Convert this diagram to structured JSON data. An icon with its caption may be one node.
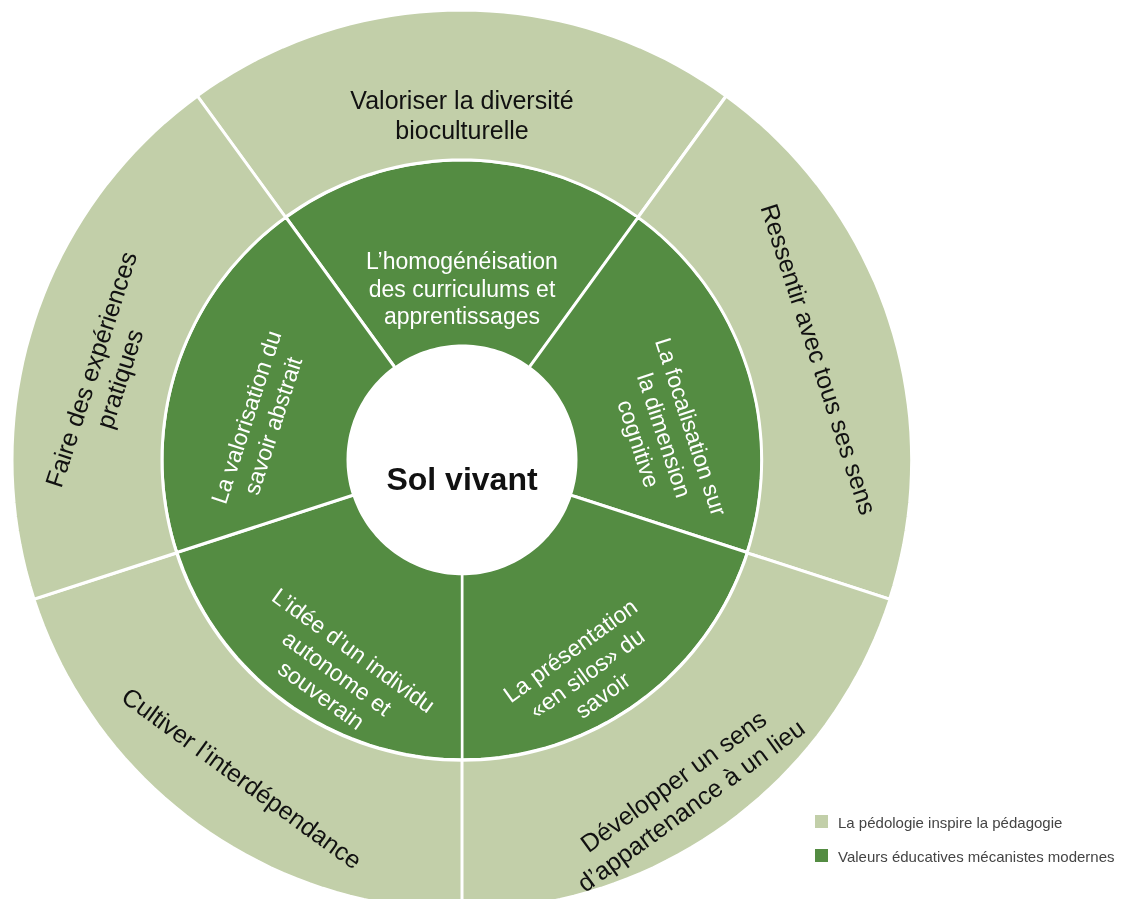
{
  "diagram": {
    "nodes": [
      {
        "text": [
          "Sol vivant"
        ]
      },
      {
        "text": [
          "L’homogénéisation des curriculums et apprentissages"
        ]
      },
      {
        "text": [
          "La focalisation sur la dimension cognitive"
        ]
      },
      {
        "text": [
          "La présentation «en silos» du savoir"
        ]
      },
      {
        "text": [
          "L’idée d’un individu autonome et souverain"
        ]
      },
      {
        "text": [
          "La valorisation du savoir abstrait"
        ]
      },
      {
        "text": [
          "Valoriser la diversité bioculturelle"
        ]
      },
      {
        "text": [
          "Ressentir avec tous ses sens"
        ]
      },
      {
        "text": [
          "Développer un sens d’appartenance à un lieu"
        ]
      },
      {
        "text": [
          "Cultiver l’interdépendance"
        ]
      },
      {
        "text": [
          "Faire des expériences pratiques"
        ]
      }
    ],
    "legend": [
      {
        "text": "La pédologie inspire la pédagogie",
        "color": "#c2cfa9"
      },
      {
        "text": "Valeurs éducatives mécanistes modernes",
        "color": "#548c42"
      }
    ]
  }
}
